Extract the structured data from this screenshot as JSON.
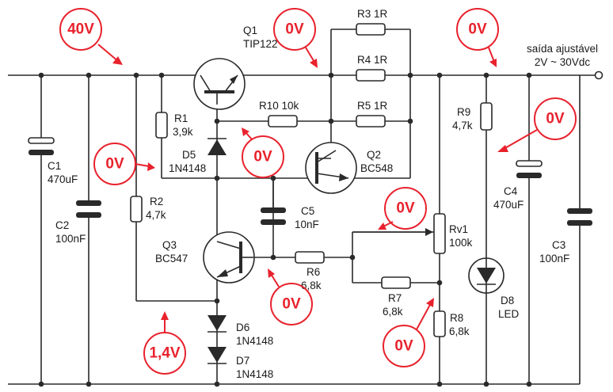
{
  "output_label": {
    "line1": "saída ajustável",
    "line2": "2V ~ 30Vdc"
  },
  "components": {
    "q1": {
      "ref": "Q1",
      "part": "TIP122"
    },
    "q2": {
      "ref": "Q2",
      "part": "BC548"
    },
    "q3": {
      "ref": "Q3",
      "part": "BC547"
    },
    "r1": {
      "ref": "R1",
      "value": "3,9k"
    },
    "r2": {
      "ref": "R2",
      "value": "4,7k"
    },
    "r3": "R3 1R",
    "r4": "R4 1R",
    "r5": "R5 1R",
    "r6": {
      "ref": "R6",
      "value": "6,8k"
    },
    "r7": {
      "ref": "R7",
      "value": "6,8k"
    },
    "r8": {
      "ref": "R8",
      "value": "6,8k"
    },
    "r9": {
      "ref": "R9",
      "value": "4,7k"
    },
    "r10": "R10 10k",
    "rv1": {
      "ref": "Rv1",
      "value": "100k"
    },
    "c1": {
      "ref": "C1",
      "value": "470uF"
    },
    "c2": {
      "ref": "C2",
      "value": "100nF"
    },
    "c3": {
      "ref": "C3",
      "value": "100nF"
    },
    "c4": {
      "ref": "C4",
      "value": "470uF"
    },
    "c5": {
      "ref": "C5",
      "value": "10nF"
    },
    "d5": {
      "ref": "D5",
      "part": "1N4148"
    },
    "d6": {
      "ref": "D6",
      "part": "1N4148"
    },
    "d7": {
      "ref": "D7",
      "part": "1N4148"
    },
    "d8": {
      "ref": "D8",
      "part": "LED"
    }
  },
  "voltages": {
    "input": "40V",
    "q1_emitter": "0V",
    "output": "0V",
    "c4": "0V",
    "d5_left": "0V",
    "d5_cathode": "0V",
    "q3_base": "0V",
    "rv1_wiper": "0V",
    "r8": "0V",
    "diode_ref": "1,4V"
  },
  "colors": {
    "annotation": "#e8222d",
    "wire": "#2a2a2a",
    "background": "#ffffff"
  }
}
